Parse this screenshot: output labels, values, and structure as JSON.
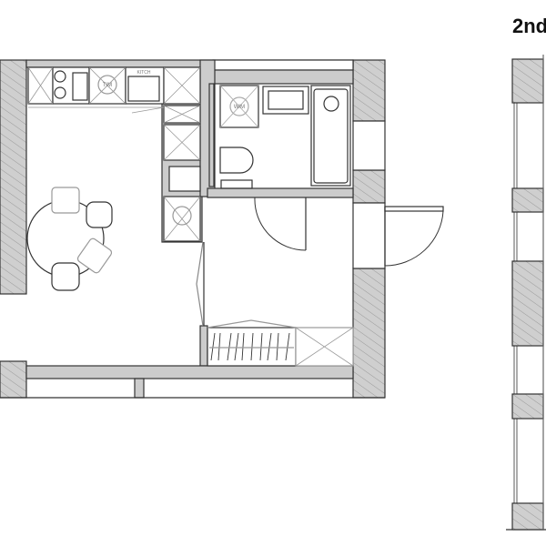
{
  "plan_2nd": {
    "title": "2nd"
  },
  "labels": {
    "tm": "T/M",
    "wm": "W/M",
    "kitch": "KITCH"
  },
  "colors": {
    "wall_fill": "#cccccc",
    "line": "#333333",
    "fixture_line": "#888888"
  }
}
